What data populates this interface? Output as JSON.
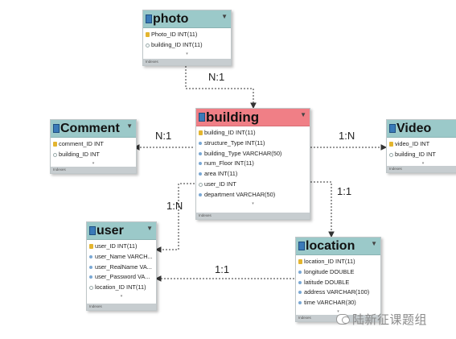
{
  "tables": {
    "photo": {
      "title": "photo",
      "columns": [
        {
          "text": "Photo_ID INT(11)",
          "key": "pk"
        },
        {
          "text": "building_ID INT(11)",
          "key": "pl"
        }
      ],
      "footer": "Indexes"
    },
    "comment": {
      "title": "Comment",
      "columns": [
        {
          "text": "comment_ID INT",
          "key": "pk"
        },
        {
          "text": "building_ID INT",
          "key": "pl"
        }
      ],
      "footer": "Indexes"
    },
    "building": {
      "title": "building",
      "columns": [
        {
          "text": "building_ID INT(11)",
          "key": "pk"
        },
        {
          "text": "structure_Type INT(11)",
          "key": "fk"
        },
        {
          "text": "building_Type VARCHAR(50)",
          "key": "fk"
        },
        {
          "text": "num_Floor INT(11)",
          "key": "fk"
        },
        {
          "text": "area INT(11)",
          "key": "fk"
        },
        {
          "text": "user_ID INT",
          "key": "pl"
        },
        {
          "text": "department VARCHAR(50)",
          "key": "fk"
        }
      ],
      "footer": "Indexes"
    },
    "video": {
      "title": "Video",
      "columns": [
        {
          "text": "video_ID INT",
          "key": "pk"
        },
        {
          "text": "building_ID INT",
          "key": "pl"
        }
      ],
      "footer": "Indexes"
    },
    "user": {
      "title": "user",
      "columns": [
        {
          "text": "user_ID INT(11)",
          "key": "pk"
        },
        {
          "text": "user_Name VARCH...",
          "key": "fk"
        },
        {
          "text": "user_RealName VA...",
          "key": "fk"
        },
        {
          "text": "user_Password VA...",
          "key": "fk"
        },
        {
          "text": "location_ID INT(11)",
          "key": "pl"
        }
      ],
      "footer": "Indexes"
    },
    "location": {
      "title": "location",
      "columns": [
        {
          "text": "location_ID INT(11)",
          "key": "pk"
        },
        {
          "text": "longitude DOUBLE",
          "key": "fk"
        },
        {
          "text": "latitude DOUBLE",
          "key": "fk"
        },
        {
          "text": "address VARCHAR(100)",
          "key": "fk"
        },
        {
          "text": "time VARCHAR(30)",
          "key": "fk"
        }
      ],
      "footer": "Indexes"
    }
  },
  "relations": {
    "photo_building": "N:1",
    "comment_building": "N:1",
    "building_video": "1:N",
    "building_user": "1:N",
    "building_location": "1:1",
    "user_location": "1:1"
  },
  "watermark": "陆新征课题组",
  "colors": {
    "table_header": "#9bc9c9",
    "main_table_header": "#f07f86",
    "connector": "#333333"
  }
}
